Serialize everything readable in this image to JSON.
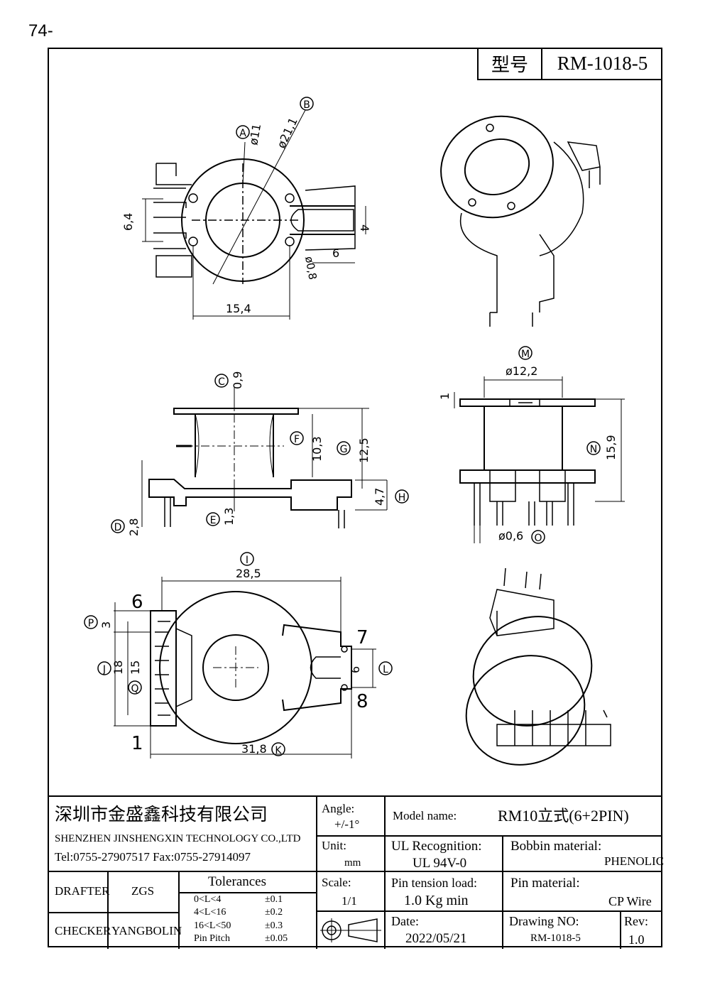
{
  "page_marker": "74-",
  "model_box": {
    "label": "型号",
    "value": "RM-1018-5"
  },
  "dimensions": {
    "top_view": {
      "A": "A",
      "A_dim": "ø11",
      "B": "B",
      "B_dim": "ø21,1",
      "width": "15,4",
      "height": "6,4",
      "slot": "4",
      "slot_len": "6",
      "hole": "ø0,8"
    },
    "front_view": {
      "C": "C",
      "C_dim": "0,9",
      "D": "D",
      "D_dim": "2,8",
      "E": "E",
      "E_dim": "1,3",
      "F": "F",
      "F_dim": "10,3",
      "G": "G",
      "G_dim": "12,5",
      "H": "H",
      "H_dim": "4,7"
    },
    "side_view": {
      "M": "M",
      "M_dim": "ø12,2",
      "N": "N",
      "N_dim": "15,9",
      "O": "O",
      "O_dim": "ø0,6",
      "top_dim": "1"
    },
    "bottom_view": {
      "I": "I",
      "I_dim": "28,5",
      "K": "K",
      "K_dim": "31,8",
      "P": "P",
      "P_dim": "3",
      "J": "J",
      "J_dim": "18",
      "Q": "Q",
      "Q_dim": "15",
      "L": "L",
      "L_dim": "6",
      "pin1": "1",
      "pin6": "6",
      "pin7": "7",
      "pin8": "8"
    }
  },
  "title_block": {
    "company_cn": "深圳市金盛鑫科技有限公司",
    "company_en": "SHENZHEN JINSHENGXIN TECHNOLOGY CO.,LTD",
    "contact": "Tel:0755-27907517   Fax:0755-27914097",
    "angle_label": "Angle:",
    "angle_value": "+/-1°",
    "model_label": "Model name:",
    "model_value": "RM10立式(6+2PIN)",
    "unit_label": "Unit:",
    "unit_value": "mm",
    "ul_label": "UL Recognition:",
    "ul_value": "UL 94V-0",
    "bobbin_label": "Bobbin material:",
    "bobbin_value": "PHENOLIC",
    "drafter_label": "DRAFTER",
    "drafter_value": "ZGS",
    "checker_label": "CHECKER",
    "checker_value": "YANGBOLIN",
    "tolerances_label": "Tolerances",
    "tolerances": [
      {
        "range": "0<L<4",
        "value": "±0.1"
      },
      {
        "range": "4<L<16",
        "value": "±0.2"
      },
      {
        "range": "16<L<50",
        "value": "±0.3"
      },
      {
        "range": "Pin Pitch",
        "value": "±0.05"
      }
    ],
    "scale_label": "Scale:",
    "scale_value": "1/1",
    "pin_tension_label": "Pin tension load:",
    "pin_tension_value": "1.0 Kg min",
    "pin_material_label": "Pin material:",
    "pin_material_value": "CP Wire",
    "date_label": "Date:",
    "date_value": "2022/05/21",
    "drawing_no_label": "Drawing NO:",
    "drawing_no_value": "RM-1018-5",
    "rev_label": "Rev:",
    "rev_value": "1.0"
  }
}
